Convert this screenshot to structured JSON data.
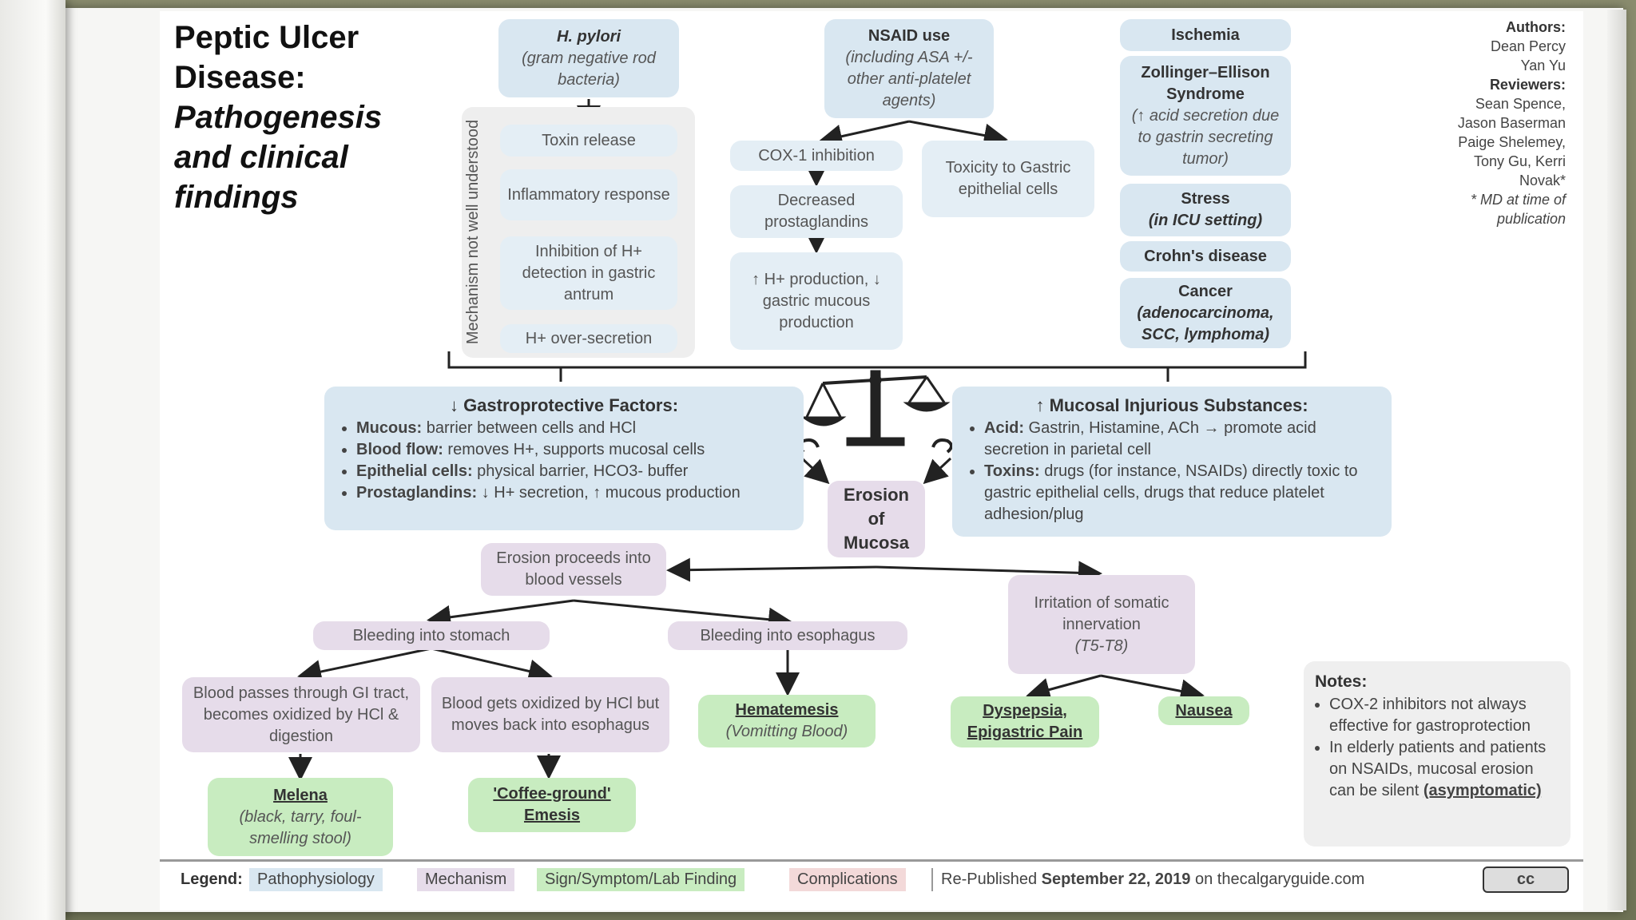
{
  "title": {
    "line1": "Peptic Ulcer",
    "line2": "Disease:",
    "line3": "Pathogenesis",
    "line4": "and clinical",
    "line5": "findings"
  },
  "authors": {
    "authors_label": "Authors:",
    "author1": "Dean Percy",
    "author2": "Yan Yu",
    "reviewers_label": "Reviewers:",
    "rev1": "Sean Spence,",
    "rev2": "Jason Baserman",
    "rev3": "Paige Shelemey,",
    "rev4": "Tony Gu, Kerri",
    "rev5": "Novak*",
    "note1": "* MD at time of",
    "note2": "publication"
  },
  "hpylori": {
    "title": "H. pylori",
    "sub": "(gram negative rod bacteria)",
    "mechanism_label": "Mechanism not well understood",
    "steps": [
      "Toxin release",
      "Inflammatory response",
      "Inhibition of H+ detection in gastric antrum",
      "H+ over-secretion"
    ]
  },
  "nsaid": {
    "title": "NSAID use",
    "sub": "(including ASA +/- other anti-platelet agents)",
    "cox": "COX-1 inhibition",
    "toxicity": "Toxicity to Gastric epithelial cells",
    "decreased": "Decreased prostaglandins",
    "production": "↑ H+ production, ↓ gastric mucous production"
  },
  "causes": {
    "ischemia": "Ischemia",
    "ze_title": "Zollinger–Ellison Syndrome",
    "ze_sub": "(↑ acid secretion due to gastrin secreting tumor)",
    "stress_title": "Stress",
    "stress_sub": "(in ICU setting)",
    "crohn": "Crohn's disease",
    "cancer_title": "Cancer",
    "cancer_sub": "(adenocarcinoma, SCC, lymphoma)"
  },
  "gastroprotective": {
    "heading": "↓ Gastroprotective Factors:",
    "items": [
      {
        "term": "Mucous:",
        "text": " barrier between cells and HCl"
      },
      {
        "term": "Blood flow:",
        "text": " removes H+, supports mucosal cells"
      },
      {
        "term": "Epithelial cells:",
        "text": " physical barrier, HCO3- buffer"
      },
      {
        "term": "Prostaglandins:",
        "text": " ↓ H+ secretion, ↑ mucous production"
      }
    ]
  },
  "injurious": {
    "heading": "↑ Mucosal Injurious Substances:",
    "items": [
      {
        "term": "Acid:",
        "text": " Gastrin, Histamine, ACh → promote acid secretion in parietal cell"
      },
      {
        "term": "Toxins:",
        "text": " drugs (for instance, NSAIDs) directly toxic to gastric epithelial cells, drugs that reduce platelet adhesion/plug"
      }
    ]
  },
  "erosion": "Erosion of Mucosa",
  "complications": {
    "blood_vessels": "Erosion proceeds into blood vessels",
    "stomach": "Bleeding into stomach",
    "esophagus": "Bleeding into esophagus",
    "somatic": "Irritation of somatic innervation",
    "somatic_sub": "(T5-T8)",
    "passes": "Blood passes through GI tract, becomes oxidized by HCl & digestion",
    "oxidized": "Blood gets oxidized by HCl but moves back into esophagus"
  },
  "findings": {
    "melena_title": "Melena",
    "melena_sub": "(black, tarry, foul-smelling stool)",
    "coffee1": "'Coffee-ground'",
    "coffee2": "Emesis",
    "hematemesis_title": "Hematemesis",
    "hematemesis_sub": "(Vomitting Blood)",
    "dyspepsia1": "Dyspepsia,",
    "dyspepsia2": "Epigastric Pain",
    "nausea": "Nausea"
  },
  "notes": {
    "heading": "Notes:",
    "item1": "COX-2 inhibitors not always effective for gastroprotection",
    "item2_text": "In elderly patients and patients on NSAIDs, mucosal erosion can be silent ",
    "item2_emph": "(asymptomatic)"
  },
  "legend": {
    "label": "Legend:",
    "patho": "Pathophysiology",
    "mech": "Mechanism",
    "sign": "Sign/Symptom/Lab Finding",
    "comp": "Complications",
    "pub_prefix": "Re-Published ",
    "pub_date": "September 22, 2019",
    "pub_suffix": " on thecalgaryguide.com",
    "cc": "cc"
  }
}
